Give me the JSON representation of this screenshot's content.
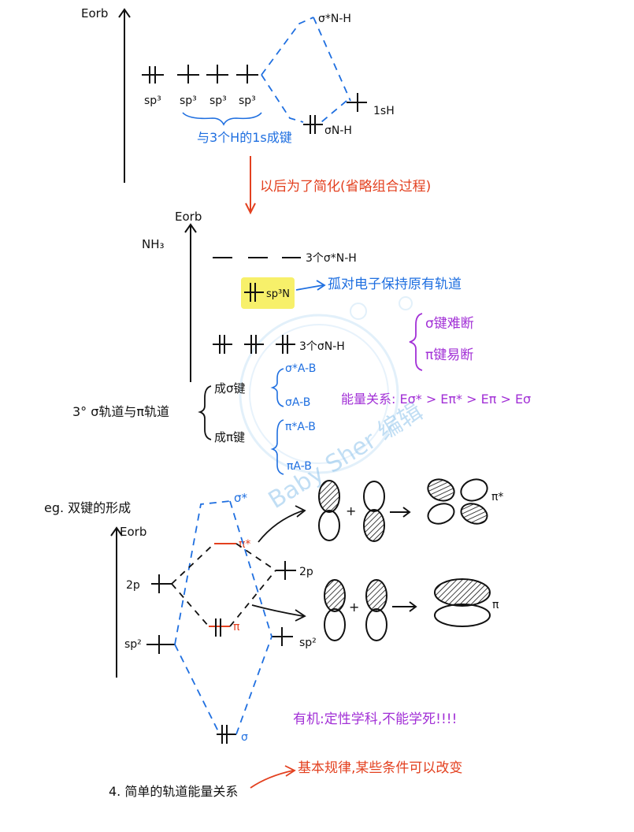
{
  "colors": {
    "ink": "#111111",
    "blue": "#1f6fe0",
    "red": "#e3401f",
    "purple": "#a230d6",
    "highlight": "#f7f06a",
    "watermark": "#8fc4ec"
  },
  "section1": {
    "axis_label": "Eorb",
    "hybrid_labels": [
      "sp³",
      "sp³",
      "sp³",
      "sp³"
    ],
    "sigma_star_label": "σ*N-H",
    "h_orbital_label": "1sH",
    "sigma_label": "σN-H",
    "bond_note": "与3个H的1s成键",
    "simplify_note": "以后为了简化(省略组合过程)"
  },
  "section2": {
    "molecule": "NH₃",
    "axis_label": "Eorb",
    "antibonding_label": "3个σ*N-H",
    "lone_pair_label": "sp³N",
    "lone_pair_note": "孤对电子保持原有轨道",
    "bonding_label": "3个σN-H",
    "right_brace_items": [
      "σ键难断",
      "π键易断"
    ],
    "energy_relation": "能量关系: Eσ* > Eπ* > Eπ > Eσ"
  },
  "section3": {
    "title": "3° σ轨道与π轨道",
    "sigma_bond": "成σ键",
    "sigma_star": "σ*A-B",
    "sigma": "σA-B",
    "pi_bond": "成π键",
    "pi_star": "π*A-B",
    "pi": "πA-B"
  },
  "section4": {
    "title": "eg. 双键的形成",
    "axis_label": "Eorb",
    "left_p": "2p",
    "left_sp2": "sp²",
    "right_p": "2p",
    "right_sp2": "sp²",
    "sigma_star": "σ*",
    "pi_star": "π*",
    "pi": "π",
    "sigma": "σ",
    "pi_star_orbital": "π*",
    "pi_orbital": "π",
    "plus": "+",
    "plus2": "+",
    "note_organic": "有机:定性学科,不能学死!!!!",
    "note_basic": "基本规律,某些条件可以改变",
    "footer": "4. 简单的轨道能量关系"
  },
  "watermark": {
    "text": "Baby Sher 编辑"
  }
}
